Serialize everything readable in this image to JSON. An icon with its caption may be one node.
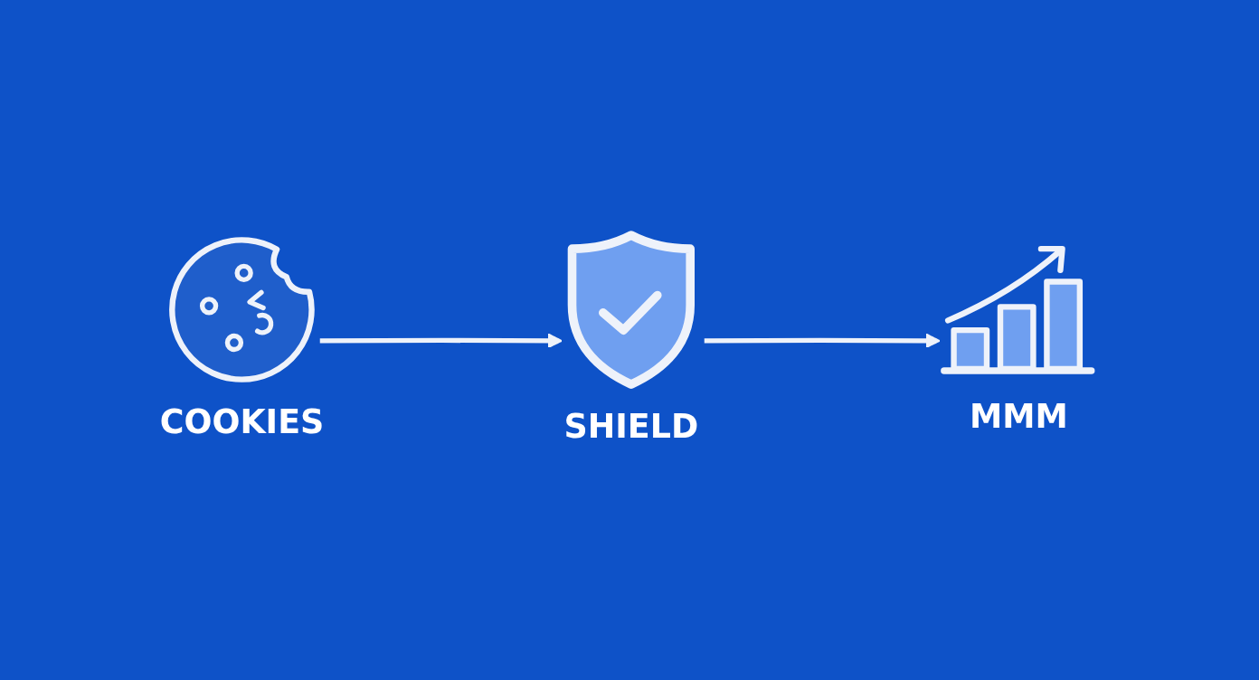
{
  "diagram": {
    "nodes": [
      {
        "text": [
          "COOKIES"
        ]
      },
      {
        "text": [
          "SHIELD"
        ]
      },
      {
        "text": [
          "MMM"
        ]
      }
    ],
    "edges": [
      {
        "from": 0,
        "to": 1,
        "arrow": "to"
      },
      {
        "from": 1,
        "to": 2,
        "arrow": "to"
      }
    ]
  }
}
